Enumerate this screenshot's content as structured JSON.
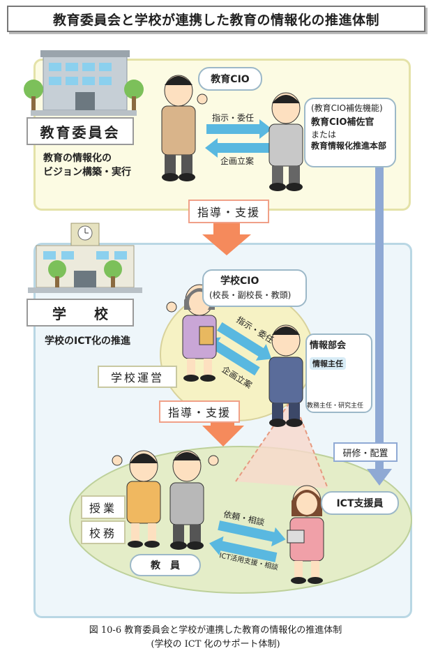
{
  "title": "教育委員会と学校が連携した教育の情報化の推進体制",
  "board": {
    "name": "教育委員会",
    "desc_line1": "教育の情報化の",
    "desc_line2": "ビジョン構築・実行",
    "cio_label": "教育CIO",
    "assistant_note": "(教育CIO補佐機能)",
    "assistant_title": "教育CIO補佐官",
    "assistant_or": "または",
    "assistant_alt": "教育情報化推進本部",
    "arrow_instruct": "指示・委任",
    "arrow_plan": "企画立案"
  },
  "guidance_top": "指導・支援",
  "school": {
    "name": "学　　校",
    "desc": "学校のICT化の推進",
    "cio_label": "学校CIO",
    "cio_sub": "(校長・副校長・教頭)",
    "mgmt": "学校運営",
    "arrow_instruct": "指示・委任",
    "arrow_plan": "企画立案",
    "info_dept": "情報部会",
    "info_head": "情報主任",
    "info_members": "教務主任・研究主任",
    "guidance": "指導・支援",
    "training": "研修・配置",
    "ict_staff": "ICT支援員",
    "lessons": "授業",
    "affairs": "校務",
    "teachers": "教　員",
    "arrow_request": "依頼・相談",
    "arrow_support": "ICT活用支援・相談"
  },
  "caption_line1": "図 10-6 教育委員会と学校が連携した教育の情報化の推進体制",
  "caption_line2": "(学校の ICT 化のサポート体制)",
  "colors": {
    "top_panel_bg": "#fcfbe3",
    "bottom_panel_bg": "#eef6fa",
    "arrow_blue": "#59b8e0",
    "arrow_orange": "#f58a5c",
    "lane_blue": "#8fa9d4"
  }
}
